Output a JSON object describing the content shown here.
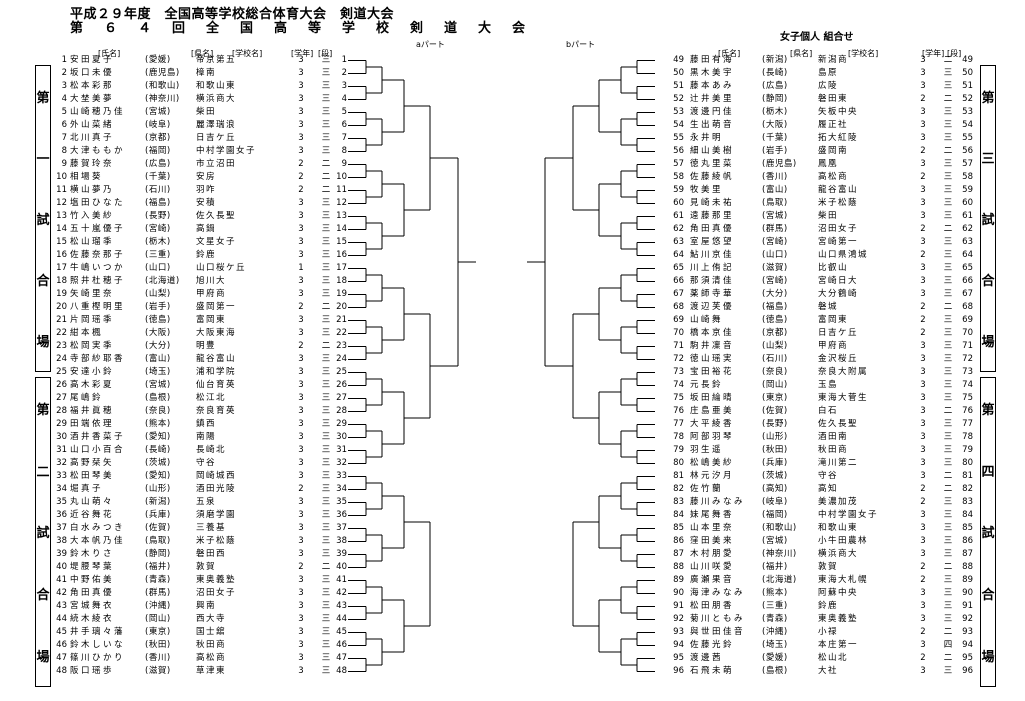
{
  "title_line1": "平成２９年度　全国高等学校総合体育大会　剣道大会",
  "title_line2": "第　６　４　回　全　国　高　等　学　校　剣　道　大　会",
  "subtitle": "女子個人 組合せ",
  "part_a": "aパート",
  "part_b": "bパート",
  "headers": {
    "name": "[氏名]",
    "pref": "[県名]",
    "school": "[学校名]",
    "grade": "[学年]",
    "dan": "[段]"
  },
  "venues": [
    {
      "chars": [
        "第",
        "一",
        "試",
        "合",
        "場"
      ]
    },
    {
      "chars": [
        "第",
        "二",
        "試",
        "合",
        "場"
      ]
    },
    {
      "chars": [
        "第",
        "三",
        "試",
        "合",
        "場"
      ]
    },
    {
      "chars": [
        "第",
        "四",
        "試",
        "合",
        "場"
      ]
    }
  ],
  "left_players": [
    {
      "no": "1",
      "name": "安田夏子",
      "pref": "(愛媛)",
      "school": "帝京第五",
      "grade": "3",
      "dan": "三"
    },
    {
      "no": "2",
      "name": "坂口未優",
      "pref": "(鹿児島)",
      "school": "樟南",
      "grade": "3",
      "dan": "三"
    },
    {
      "no": "3",
      "name": "松本彩那",
      "pref": "(和歌山)",
      "school": "和歌山東",
      "grade": "3",
      "dan": "三"
    },
    {
      "no": "4",
      "name": "大埜美夢",
      "pref": "(神奈川)",
      "school": "横浜商大",
      "grade": "3",
      "dan": "三"
    },
    {
      "no": "5",
      "name": "山崎穂乃佳",
      "pref": "(宮城)",
      "school": "柴田",
      "grade": "3",
      "dan": "三"
    },
    {
      "no": "6",
      "name": "外山菜緒",
      "pref": "(岐阜)",
      "school": "麗澤瑞浪",
      "grade": "3",
      "dan": "三"
    },
    {
      "no": "7",
      "name": "北川真子",
      "pref": "(京都)",
      "school": "日吉ケ丘",
      "grade": "3",
      "dan": "三"
    },
    {
      "no": "8",
      "name": "大津ももか",
      "pref": "(福岡)",
      "school": "中村学園女子",
      "grade": "3",
      "dan": "三"
    },
    {
      "no": "9",
      "name": "藤賀玲奈",
      "pref": "(広島)",
      "school": "市立沼田",
      "grade": "2",
      "dan": "二"
    },
    {
      "no": "10",
      "name": "相場葵",
      "pref": "(千葉)",
      "school": "安房",
      "grade": "2",
      "dan": "二"
    },
    {
      "no": "11",
      "name": "横山夢乃",
      "pref": "(石川)",
      "school": "羽咋",
      "grade": "2",
      "dan": "二"
    },
    {
      "no": "12",
      "name": "塩田ひなた",
      "pref": "(福島)",
      "school": "安積",
      "grade": "3",
      "dan": "三"
    },
    {
      "no": "13",
      "name": "竹入美紗",
      "pref": "(長野)",
      "school": "佐久長聖",
      "grade": "3",
      "dan": "三"
    },
    {
      "no": "14",
      "name": "五十嵐優子",
      "pref": "(宮崎)",
      "school": "高鍋",
      "grade": "3",
      "dan": "三"
    },
    {
      "no": "15",
      "name": "松山瑠季",
      "pref": "(栃木)",
      "school": "文星女子",
      "grade": "3",
      "dan": "三"
    },
    {
      "no": "16",
      "name": "佐藤奈那子",
      "pref": "(三重)",
      "school": "鈴鹿",
      "grade": "3",
      "dan": "三"
    },
    {
      "no": "17",
      "name": "牛嶋いつか",
      "pref": "(山口)",
      "school": "山口桜ケ丘",
      "grade": "1",
      "dan": "三"
    },
    {
      "no": "18",
      "name": "照井杜穂子",
      "pref": "(北海道)",
      "school": "旭川大",
      "grade": "3",
      "dan": "三"
    },
    {
      "no": "19",
      "name": "矢崎里奈",
      "pref": "(山梨)",
      "school": "甲府商",
      "grade": "3",
      "dan": "三"
    },
    {
      "no": "20",
      "name": "八重樫明里",
      "pref": "(岩手)",
      "school": "盛岡第一",
      "grade": "2",
      "dan": "二"
    },
    {
      "no": "21",
      "name": "片岡瑶季",
      "pref": "(徳島)",
      "school": "富岡東",
      "grade": "3",
      "dan": "三"
    },
    {
      "no": "22",
      "name": "紺本楓",
      "pref": "(大阪)",
      "school": "大阪東海",
      "grade": "3",
      "dan": "三"
    },
    {
      "no": "23",
      "name": "松岡実季",
      "pref": "(大分)",
      "school": "明豊",
      "grade": "2",
      "dan": "二"
    },
    {
      "no": "24",
      "name": "寺部紗耶香",
      "pref": "(富山)",
      "school": "龍谷富山",
      "grade": "3",
      "dan": "三"
    },
    {
      "no": "25",
      "name": "安達小鈴",
      "pref": "(埼玉)",
      "school": "浦和学院",
      "grade": "3",
      "dan": "三"
    },
    {
      "no": "26",
      "name": "高木彩夏",
      "pref": "(宮城)",
      "school": "仙台育英",
      "grade": "3",
      "dan": "三"
    },
    {
      "no": "27",
      "name": "尾嶋鈴",
      "pref": "(島根)",
      "school": "松江北",
      "grade": "3",
      "dan": "三"
    },
    {
      "no": "28",
      "name": "福井眞穂",
      "pref": "(奈良)",
      "school": "奈良育英",
      "grade": "3",
      "dan": "三"
    },
    {
      "no": "29",
      "name": "田端依理",
      "pref": "(熊本)",
      "school": "鎮西",
      "grade": "3",
      "dan": "三"
    },
    {
      "no": "30",
      "name": "酒井香菜子",
      "pref": "(愛知)",
      "school": "南陽",
      "grade": "3",
      "dan": "三"
    },
    {
      "no": "31",
      "name": "山口小百合",
      "pref": "(長崎)",
      "school": "長崎北",
      "grade": "3",
      "dan": "三"
    },
    {
      "no": "32",
      "name": "高野栞矢",
      "pref": "(茨城)",
      "school": "守谷",
      "grade": "3",
      "dan": "三"
    },
    {
      "no": "33",
      "name": "松田琴美",
      "pref": "(愛知)",
      "school": "岡崎城西",
      "grade": "3",
      "dan": "三"
    },
    {
      "no": "34",
      "name": "堀真子",
      "pref": "(山形)",
      "school": "酒田光陵",
      "grade": "2",
      "dan": "三"
    },
    {
      "no": "35",
      "name": "丸山萌々",
      "pref": "(新潟)",
      "school": "五泉",
      "grade": "3",
      "dan": "三"
    },
    {
      "no": "36",
      "name": "近谷舞花",
      "pref": "(兵庫)",
      "school": "須磨学園",
      "grade": "3",
      "dan": "三"
    },
    {
      "no": "37",
      "name": "白水みつき",
      "pref": "(佐賀)",
      "school": "三養基",
      "grade": "3",
      "dan": "三"
    },
    {
      "no": "38",
      "name": "大本帆乃佳",
      "pref": "(鳥取)",
      "school": "米子松蔭",
      "grade": "3",
      "dan": "三"
    },
    {
      "no": "39",
      "name": "鈴木りさ",
      "pref": "(静岡)",
      "school": "磐田西",
      "grade": "3",
      "dan": "三"
    },
    {
      "no": "40",
      "name": "堤腰琴葉",
      "pref": "(福井)",
      "school": "敦賀",
      "grade": "2",
      "dan": "二"
    },
    {
      "no": "41",
      "name": "中野佑美",
      "pref": "(青森)",
      "school": "東奥義塾",
      "grade": "3",
      "dan": "三"
    },
    {
      "no": "42",
      "name": "角田真優",
      "pref": "(群馬)",
      "school": "沼田女子",
      "grade": "3",
      "dan": "三"
    },
    {
      "no": "43",
      "name": "宮城舞衣",
      "pref": "(沖縄)",
      "school": "興南",
      "grade": "3",
      "dan": "三"
    },
    {
      "no": "44",
      "name": "続木綾衣",
      "pref": "(岡山)",
      "school": "西大寺",
      "grade": "3",
      "dan": "三"
    },
    {
      "no": "45",
      "name": "井手璃々藩",
      "pref": "(東京)",
      "school": "国士舘",
      "grade": "3",
      "dan": "三"
    },
    {
      "no": "46",
      "name": "鈴木しいな",
      "pref": "(秋田)",
      "school": "秋田商",
      "grade": "3",
      "dan": "三"
    },
    {
      "no": "47",
      "name": "篠川ひかり",
      "pref": "(香川)",
      "school": "高松商",
      "grade": "3",
      "dan": "三"
    },
    {
      "no": "48",
      "name": "阪口瑶歩",
      "pref": "(滋賀)",
      "school": "草津東",
      "grade": "3",
      "dan": "三"
    }
  ],
  "right_players": [
    {
      "no": "49",
      "name": "藤田有海",
      "pref": "(新潟)",
      "school": "新潟商",
      "grade": "3",
      "dan": "二"
    },
    {
      "no": "50",
      "name": "黒木美宇",
      "pref": "(長崎)",
      "school": "島原",
      "grade": "3",
      "dan": "三"
    },
    {
      "no": "51",
      "name": "藤本あみ",
      "pref": "(広島)",
      "school": "広陵",
      "grade": "3",
      "dan": "三"
    },
    {
      "no": "52",
      "name": "辻井美里",
      "pref": "(静岡)",
      "school": "磐田東",
      "grade": "2",
      "dan": "二"
    },
    {
      "no": "53",
      "name": "渡邊円佳",
      "pref": "(栃木)",
      "school": "矢板中央",
      "grade": "3",
      "dan": "三"
    },
    {
      "no": "54",
      "name": "生出萌音",
      "pref": "(大阪)",
      "school": "履正社",
      "grade": "3",
      "dan": "三"
    },
    {
      "no": "55",
      "name": "永井明",
      "pref": "(千葉)",
      "school": "拓大紅陵",
      "grade": "3",
      "dan": "三"
    },
    {
      "no": "56",
      "name": "細山美樹",
      "pref": "(岩手)",
      "school": "盛岡南",
      "grade": "2",
      "dan": "二"
    },
    {
      "no": "57",
      "name": "徳丸里菜",
      "pref": "(鹿児島)",
      "school": "鳳凰",
      "grade": "3",
      "dan": "三"
    },
    {
      "no": "58",
      "name": "佐藤綾帆",
      "pref": "(香川)",
      "school": "高松商",
      "grade": "2",
      "dan": "三"
    },
    {
      "no": "59",
      "name": "牧美里",
      "pref": "(富山)",
      "school": "龍谷富山",
      "grade": "3",
      "dan": "三"
    },
    {
      "no": "60",
      "name": "見崎未祐",
      "pref": "(鳥取)",
      "school": "米子松蔭",
      "grade": "3",
      "dan": "三"
    },
    {
      "no": "61",
      "name": "遠藤那里",
      "pref": "(宮城)",
      "school": "柴田",
      "grade": "3",
      "dan": "三"
    },
    {
      "no": "62",
      "name": "角田真優",
      "pref": "(群馬)",
      "school": "沼田女子",
      "grade": "2",
      "dan": "二"
    },
    {
      "no": "63",
      "name": "室屋悠望",
      "pref": "(宮崎)",
      "school": "宮崎第一",
      "grade": "3",
      "dan": "三"
    },
    {
      "no": "64",
      "name": "鮎川京佳",
      "pref": "(山口)",
      "school": "山口県鴻城",
      "grade": "2",
      "dan": "三"
    },
    {
      "no": "65",
      "name": "川上侑記",
      "pref": "(滋賀)",
      "school": "比叡山",
      "grade": "3",
      "dan": "三"
    },
    {
      "no": "66",
      "name": "那須清佳",
      "pref": "(宮崎)",
      "school": "宮崎日大",
      "grade": "3",
      "dan": "三"
    },
    {
      "no": "67",
      "name": "薬師寺華",
      "pref": "(大分)",
      "school": "大分鶴崎",
      "grade": "3",
      "dan": "三"
    },
    {
      "no": "68",
      "name": "渡辺芙優",
      "pref": "(福島)",
      "school": "磐城",
      "grade": "2",
      "dan": "二"
    },
    {
      "no": "69",
      "name": "山崎舞",
      "pref": "(徳島)",
      "school": "富岡東",
      "grade": "2",
      "dan": "三"
    },
    {
      "no": "70",
      "name": "橋本京佳",
      "pref": "(京都)",
      "school": "日吉ケ丘",
      "grade": "2",
      "dan": "三"
    },
    {
      "no": "71",
      "name": "駒井凜音",
      "pref": "(山梨)",
      "school": "甲府商",
      "grade": "3",
      "dan": "三"
    },
    {
      "no": "72",
      "name": "徳山瑶実",
      "pref": "(石川)",
      "school": "金沢桜丘",
      "grade": "3",
      "dan": "三"
    },
    {
      "no": "73",
      "name": "宝田裕花",
      "pref": "(奈良)",
      "school": "奈良大附属",
      "grade": "3",
      "dan": "三"
    },
    {
      "no": "74",
      "name": "元長鈴",
      "pref": "(岡山)",
      "school": "玉島",
      "grade": "3",
      "dan": "三"
    },
    {
      "no": "75",
      "name": "坂田綸晴",
      "pref": "(東京)",
      "school": "東海大菅生",
      "grade": "3",
      "dan": "三"
    },
    {
      "no": "76",
      "name": "庄島亜美",
      "pref": "(佐賀)",
      "school": "白石",
      "grade": "3",
      "dan": "二"
    },
    {
      "no": "77",
      "name": "大平綾香",
      "pref": "(長野)",
      "school": "佐久長聖",
      "grade": "3",
      "dan": "三"
    },
    {
      "no": "78",
      "name": "阿部羽琴",
      "pref": "(山形)",
      "school": "酒田南",
      "grade": "3",
      "dan": "三"
    },
    {
      "no": "79",
      "name": "羽生遥",
      "pref": "(秋田)",
      "school": "秋田商",
      "grade": "3",
      "dan": "三"
    },
    {
      "no": "80",
      "name": "松嶋美紗",
      "pref": "(兵庫)",
      "school": "滝川第二",
      "grade": "3",
      "dan": "三"
    },
    {
      "no": "81",
      "name": "林元汐月",
      "pref": "(茨城)",
      "school": "守谷",
      "grade": "3",
      "dan": "二"
    },
    {
      "no": "82",
      "name": "佐竹蘭",
      "pref": "(高知)",
      "school": "高知",
      "grade": "2",
      "dan": "二"
    },
    {
      "no": "83",
      "name": "藤川みなみ",
      "pref": "(岐阜)",
      "school": "美濃加茂",
      "grade": "2",
      "dan": "三"
    },
    {
      "no": "84",
      "name": "妹尾舞香",
      "pref": "(福岡)",
      "school": "中村学園女子",
      "grade": "3",
      "dan": "三"
    },
    {
      "no": "85",
      "name": "山本里奈",
      "pref": "(和歌山)",
      "school": "和歌山東",
      "grade": "3",
      "dan": "三"
    },
    {
      "no": "86",
      "name": "窪田美来",
      "pref": "(宮城)",
      "school": "小牛田農林",
      "grade": "3",
      "dan": "三"
    },
    {
      "no": "87",
      "name": "木村朋愛",
      "pref": "(神奈川)",
      "school": "横浜商大",
      "grade": "3",
      "dan": "三"
    },
    {
      "no": "88",
      "name": "山川咲愛",
      "pref": "(福井)",
      "school": "敦賀",
      "grade": "2",
      "dan": "二"
    },
    {
      "no": "89",
      "name": "廣瀬果音",
      "pref": "(北海道)",
      "school": "東海大札幌",
      "grade": "2",
      "dan": "三"
    },
    {
      "no": "90",
      "name": "海津みなみ",
      "pref": "(熊本)",
      "school": "阿蘇中央",
      "grade": "3",
      "dan": "三"
    },
    {
      "no": "91",
      "name": "松田朋香",
      "pref": "(三重)",
      "school": "鈴鹿",
      "grade": "3",
      "dan": "三"
    },
    {
      "no": "92",
      "name": "菊川ともみ",
      "pref": "(青森)",
      "school": "東奥義塾",
      "grade": "3",
      "dan": "三"
    },
    {
      "no": "93",
      "name": "與世田佳音",
      "pref": "(沖縄)",
      "school": "小禄",
      "grade": "2",
      "dan": "二"
    },
    {
      "no": "94",
      "name": "佐藤光鈴",
      "pref": "(埼玉)",
      "school": "本庄第一",
      "grade": "3",
      "dan": "四"
    },
    {
      "no": "95",
      "name": "渡邊茜",
      "pref": "(愛媛)",
      "school": "松山北",
      "grade": "2",
      "dan": "二"
    },
    {
      "no": "96",
      "name": "石飛未萌",
      "pref": "(島根)",
      "school": "大社",
      "grade": "3",
      "dan": "三"
    }
  ]
}
